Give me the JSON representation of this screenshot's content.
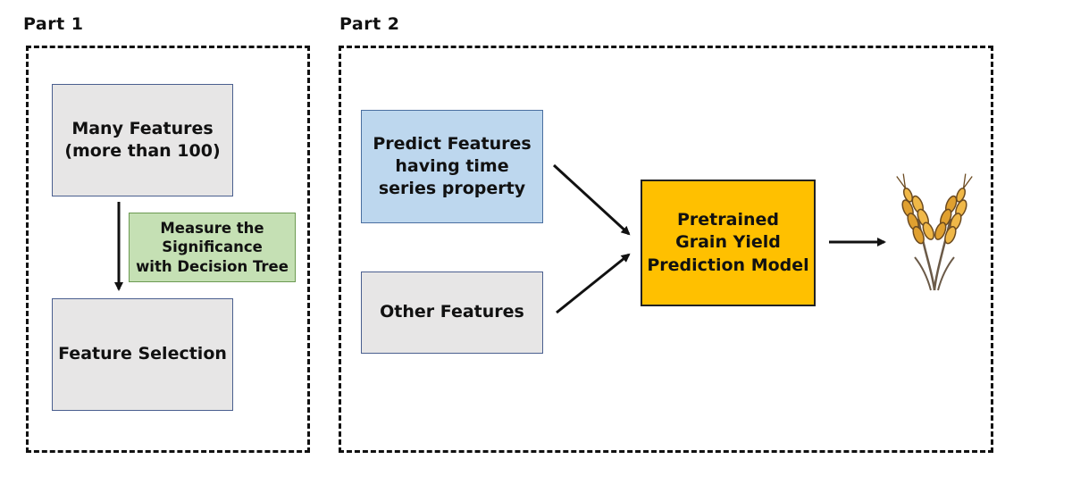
{
  "parts": {
    "part1": {
      "label": "Part 1"
    },
    "part2": {
      "label": "Part 2"
    }
  },
  "nodes": {
    "many_features": "Many Features\n(more than 100)",
    "measure_significance": "Measure the\nSignificance\nwith Decision Tree",
    "feature_selection": "Feature Selection",
    "predict_features": "Predict Features\nhaving time\nseries property",
    "other_features": "Other Features",
    "pretrained_model": "Pretrained\nGrain Yield\nPrediction Model"
  },
  "icons": {
    "output": "wheat-icon"
  },
  "colors": {
    "gray_box": "#e7e6e6",
    "green_box": "#c5e0b4",
    "blue_box": "#bdd7ee",
    "gold_box": "#ffc000",
    "wheat": "#e0a030"
  }
}
